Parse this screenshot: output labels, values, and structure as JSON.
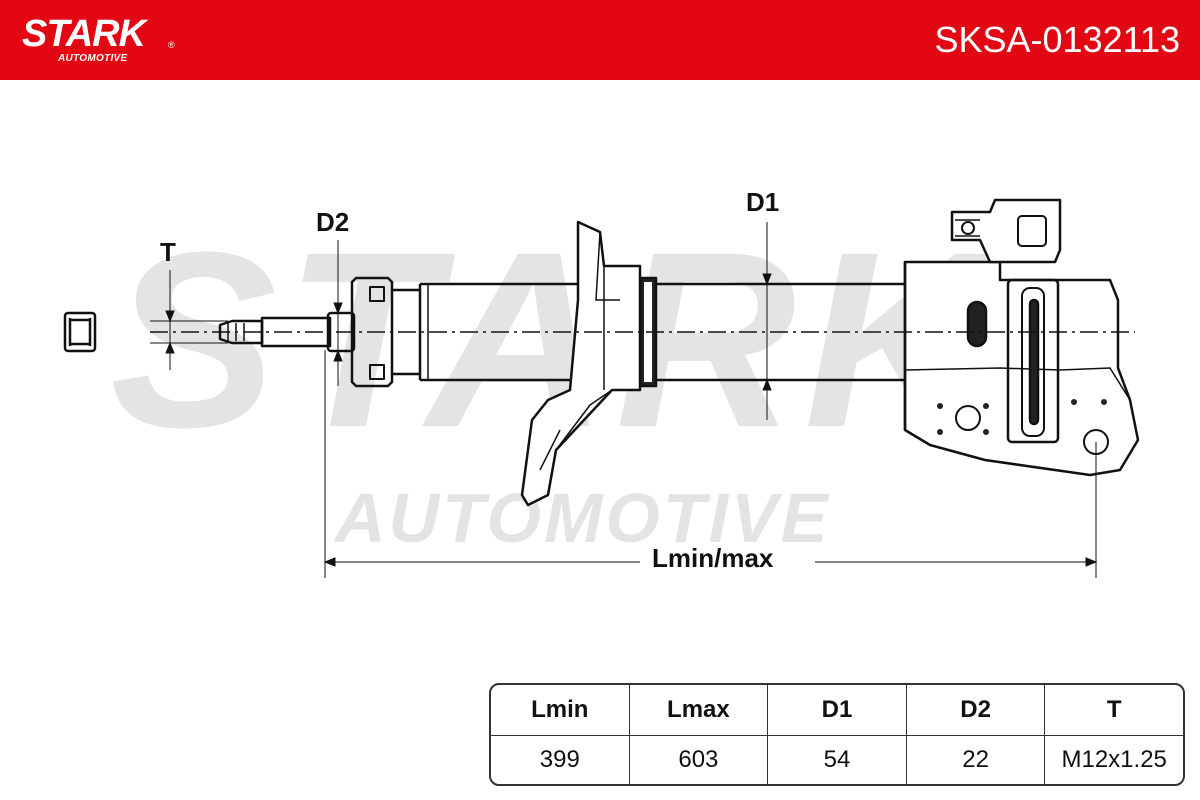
{
  "header": {
    "brand_name": "STARK",
    "brand_sub": "AUTOMOTIVE",
    "part_number": "SKSA-0132113",
    "background_color": "#e30613"
  },
  "watermark": {
    "big": "STARK",
    "small": "AUTOMOTIVE"
  },
  "diagram": {
    "labels": {
      "t": "T",
      "d2": "D2",
      "d1": "D1",
      "length": "Lmin/max"
    }
  },
  "specs": {
    "headers": [
      "Lmin",
      "Lmax",
      "D1",
      "D2",
      "T"
    ],
    "values": [
      "399",
      "603",
      "54",
      "22",
      "M12x1.25"
    ]
  }
}
